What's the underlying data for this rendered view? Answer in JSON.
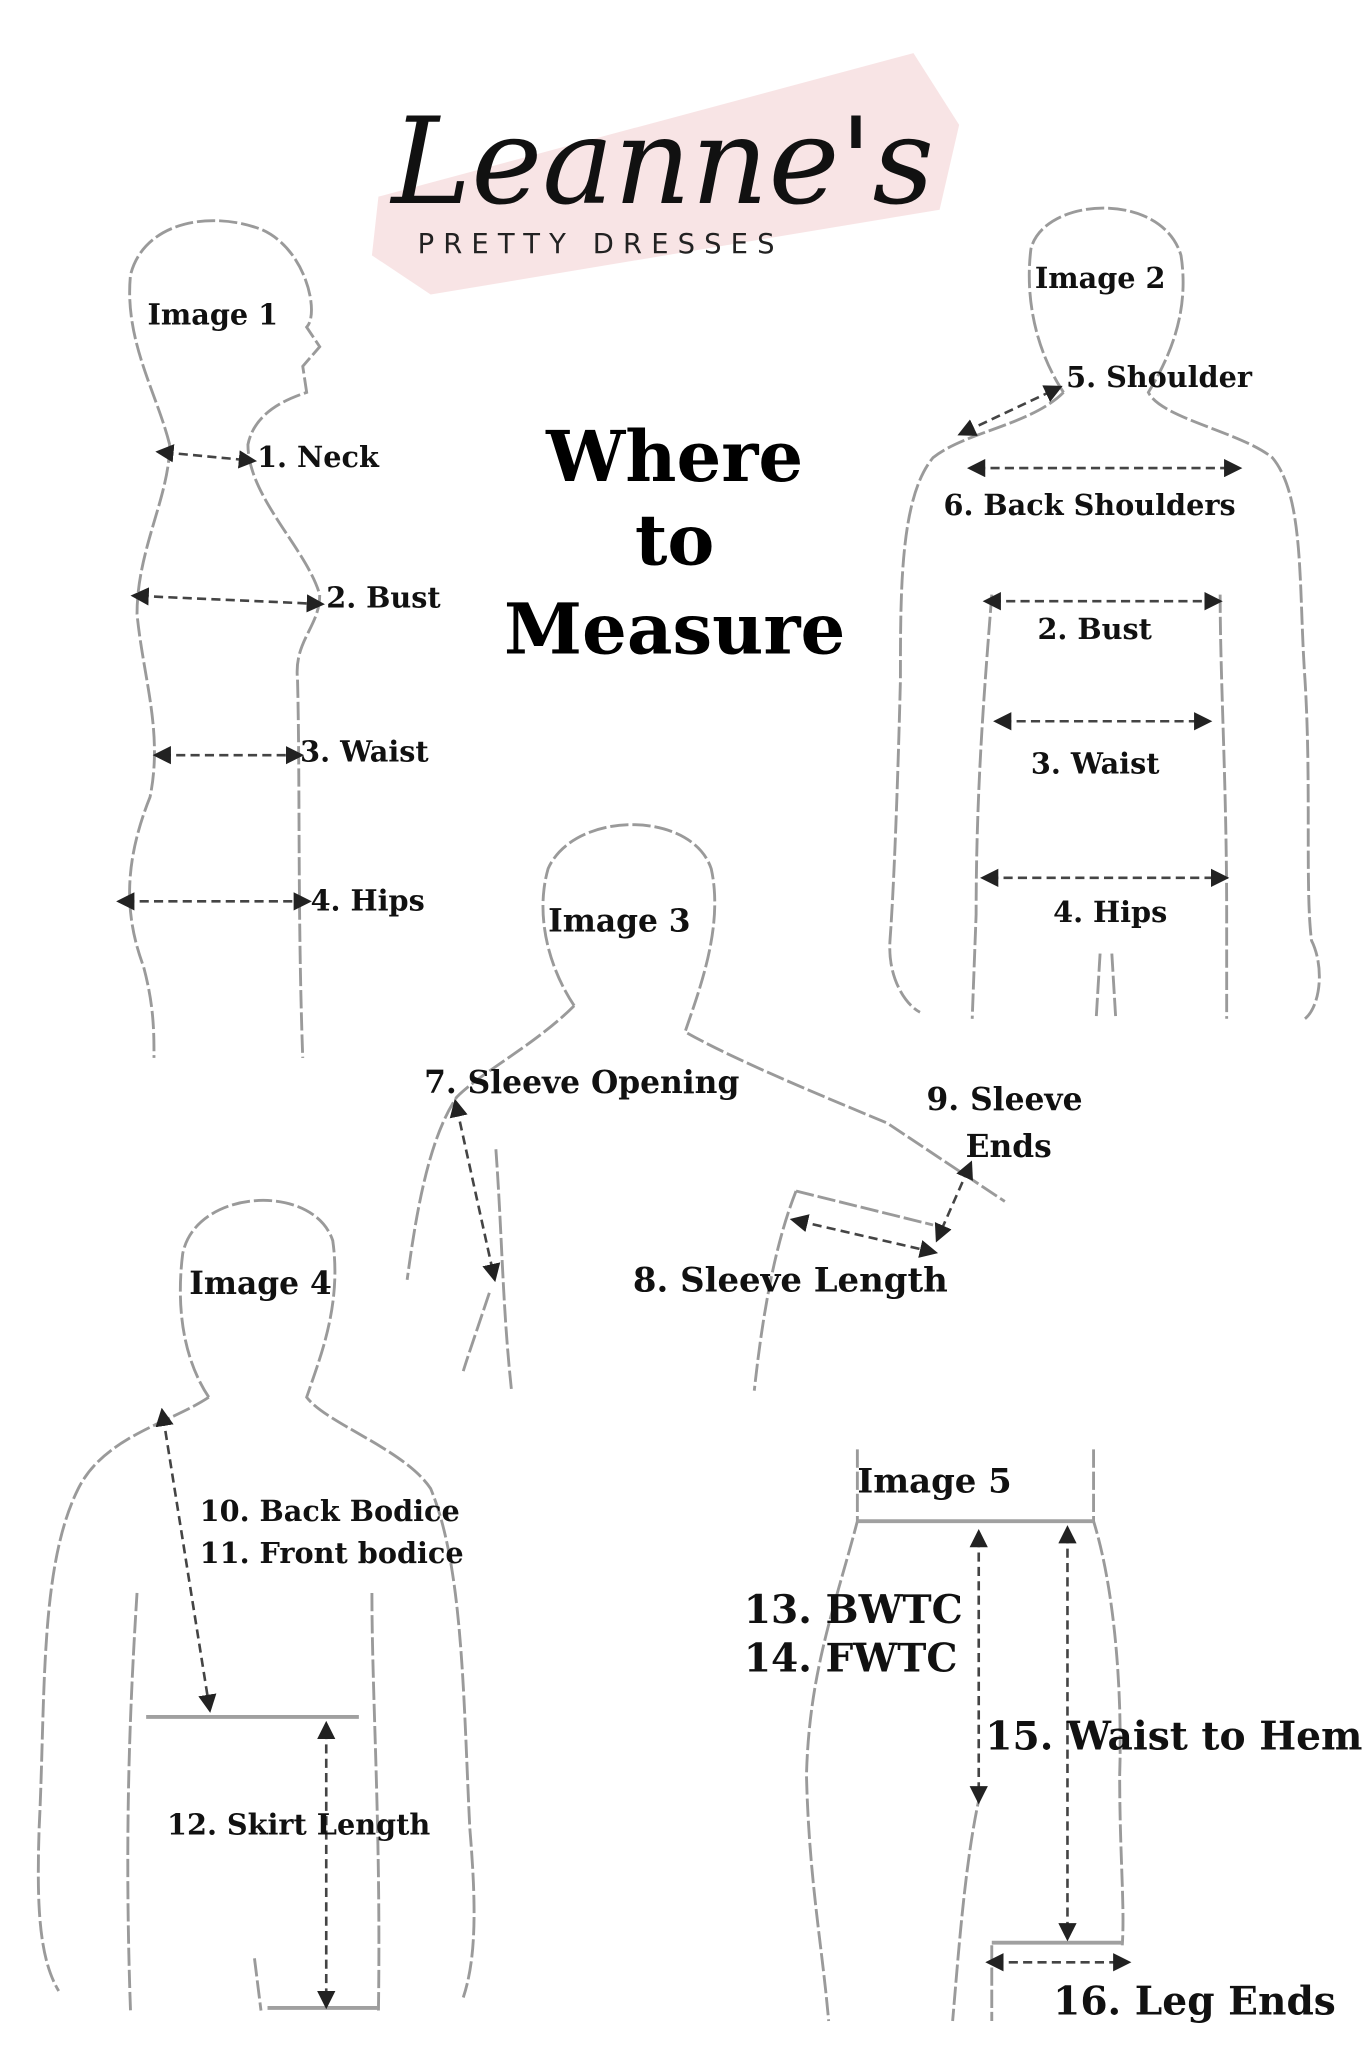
{
  "logo": {
    "name": "Leanne's",
    "tagline": "PRETTY DRESSES",
    "brush_color": "#f7dfe1"
  },
  "title": {
    "line1": "Where",
    "line2": "to",
    "line3": "Measure"
  },
  "image1": {
    "label": "Image 1",
    "neck": "1. Neck",
    "bust": "2. Bust",
    "waist": "3. Waist",
    "hips": "4. Hips"
  },
  "image2": {
    "label": "Image 2",
    "shoulder": "5. Shoulder",
    "back_shoulders": "6. Back Shoulders",
    "bust": "2. Bust",
    "waist": "3. Waist",
    "hips": "4. Hips"
  },
  "image3": {
    "label": "Image 3",
    "sleeve_opening": "7. Sleeve Opening",
    "sleeve_ends_1": "9. Sleeve",
    "sleeve_ends_2": "Ends",
    "sleeve_length": "8. Sleeve Length"
  },
  "image4": {
    "label": "Image 4",
    "back_bodice": "10. Back Bodice",
    "front_bodice": "11. Front bodice",
    "skirt_length": "12. Skirt Length"
  },
  "image5": {
    "label": "Image 5",
    "bwtc": "13. BWTC",
    "fwtc": "14. FWTC",
    "waist_to_hem": "15. Waist to Hem",
    "leg_ends": "16. Leg Ends"
  }
}
